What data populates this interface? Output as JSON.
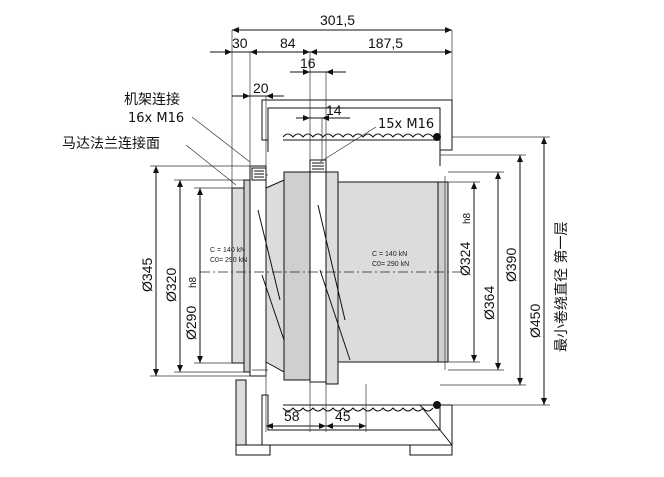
{
  "dimensions": {
    "overall_length": "301,5",
    "d30": "30",
    "d84": "84",
    "d187_5": "187,5",
    "d16": "16",
    "d20": "20",
    "d14": "14",
    "d58": "58",
    "d45": "45"
  },
  "diameters": {
    "d345": "Ø345",
    "d320": "Ø320",
    "d290": "Ø290",
    "d290_fit": "h8",
    "d324": "Ø324",
    "d324_fit": "h8",
    "d364": "Ø364",
    "d390": "Ø390",
    "d450": "Ø450"
  },
  "labels": {
    "frame_connection": "机架连接",
    "frame_bolts": "16x M16",
    "motor_flange": "马达法兰连接面",
    "drum_bolts": "15x M16",
    "min_winding_diameter": "最小卷绕直径  第一层"
  },
  "bearing_left": {
    "c": "C = 140 kN",
    "c0": "C0= 290 kN"
  },
  "bearing_right": {
    "c": "C = 140 kN",
    "c0": "C0= 290 kN"
  },
  "colors": {
    "line": "#111111",
    "fill_light": "#dcdcdc",
    "fill_mid": "#cfcfcf",
    "background": "#ffffff"
  }
}
